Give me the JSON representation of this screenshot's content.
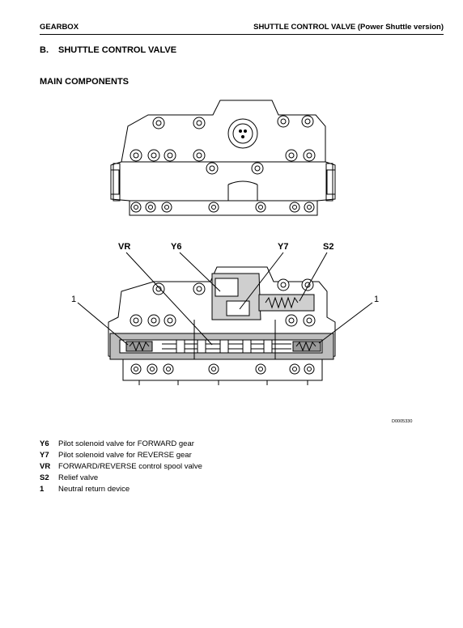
{
  "header": {
    "left": "GEARBOX",
    "right": "SHUTTLE CONTROL VALVE (Power Shuttle version)"
  },
  "section": {
    "number": "B.",
    "title": "SHUTTLE CONTROL VALVE"
  },
  "subsection": "MAIN COMPONENTS",
  "figure": {
    "callouts": {
      "vr": "VR",
      "y6": "Y6",
      "y7": "Y7",
      "s2": "S2",
      "one_left": "1",
      "one_right": "1"
    },
    "code": "D0005330"
  },
  "legend": [
    {
      "key": "Y6",
      "text": "Pilot solenoid valve for FORWARD gear"
    },
    {
      "key": "Y7",
      "text": "Pilot solenoid valve for REVERSE gear"
    },
    {
      "key": "VR",
      "text": "FORWARD/REVERSE control spool valve"
    },
    {
      "key": "S2",
      "text": "Relief valve"
    },
    {
      "key": "1",
      "text": "Neutral return device"
    }
  ]
}
